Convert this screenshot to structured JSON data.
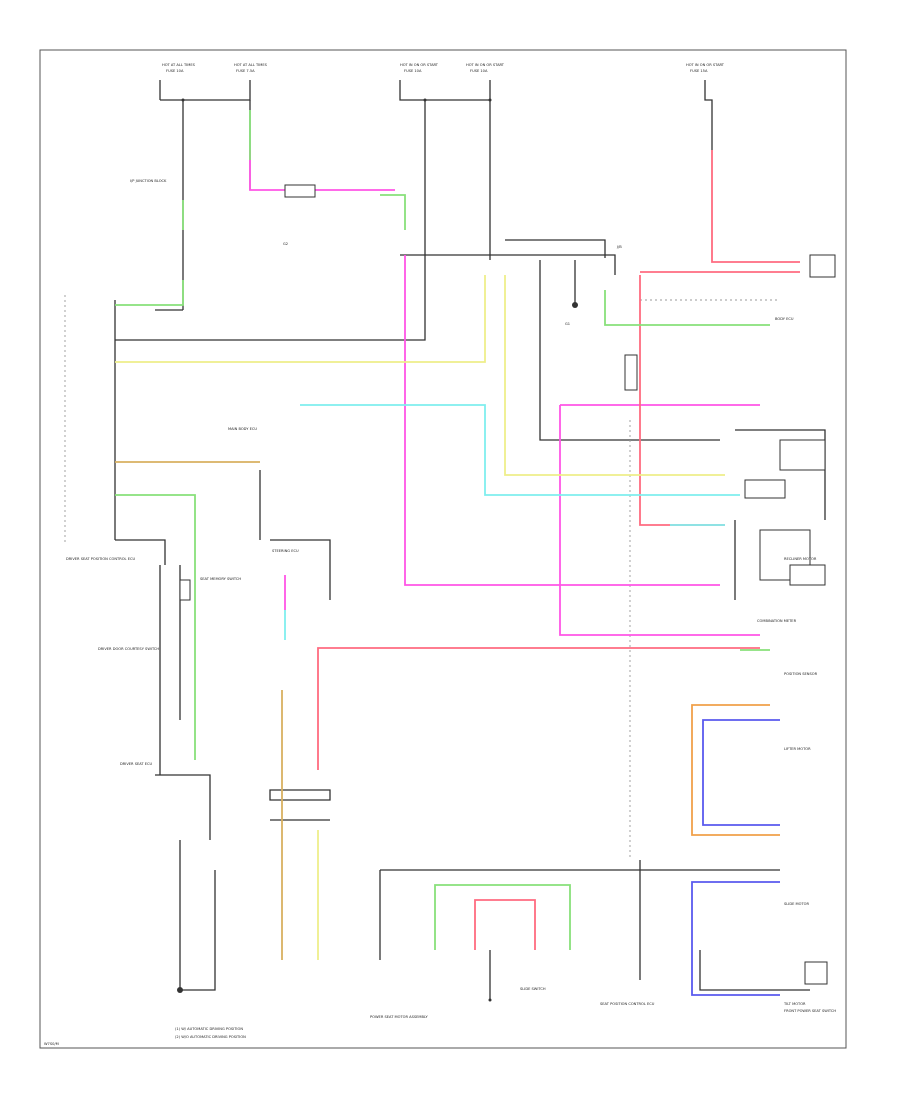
{
  "diagram": {
    "page_code": "W7S0/M",
    "footnotes": [
      "(1) W/ AUTOMATIC DRIVING POSITION",
      "(2) W/O AUTOMATIC DRIVING POSITION"
    ],
    "colors": {
      "pink": "#ff55e6",
      "red": "#ff6b80",
      "green": "#88e07a",
      "yellow": "#eeee8a",
      "cyan": "#7feeee",
      "orange": "#f0a04a",
      "blue": "#5a5aee",
      "gray": "#333333"
    },
    "labels": {
      "fuse_a": "HOT AT ALL TIMES",
      "fuse_b": "HOT AT ALL TIMES",
      "fuse_c": "HOT IN ON OR START",
      "fuse_d": "HOT IN ON OR START",
      "fuse_e": "HOT IN ON OR START",
      "fuse_a_sub": "FUSE 10A",
      "fuse_b_sub": "FUSE 7.5A",
      "fuse_c_sub": "FUSE 10A",
      "fuse_d_sub": "FUSE 10A",
      "fuse_e_sub": "FUSE 15A",
      "junction_top_left": "I/P JUNCTION BLOCK",
      "junction_mid": "J/B",
      "ground_top": "G1",
      "seat_ecu": "DRIVER SEAT POSITION CONTROL ECU",
      "multiplex_ecu": "MAIN BODY ECU",
      "ground_mid": "G2",
      "steering_ecu": "STEERING ECU",
      "body_mid": "BODY ECU",
      "combination_meter": "COMBINATION METER",
      "position_sensor": "POSITION SENSOR",
      "door_switch": "DRIVER DOOR COURTESY SWITCH",
      "seat_memory_switch": "SEAT MEMORY SWITCH",
      "recliner": "RECLINER MOTOR",
      "right_bottom_note": "FRONT POWER SEAT SWITCH",
      "lifter_ecu": "LIFTER MOTOR",
      "slide_motor": "SLIDE MOTOR",
      "tilt_motor": "TILT MOTOR",
      "left_bottom": "DRIVER SEAT ECU",
      "bottom_center": "POWER SEAT MOTOR ASSEMBLY",
      "bottom_right_note": "SEAT POSITION CONTROL ECU",
      "bottom_switch": "SLIDE SWITCH"
    }
  }
}
